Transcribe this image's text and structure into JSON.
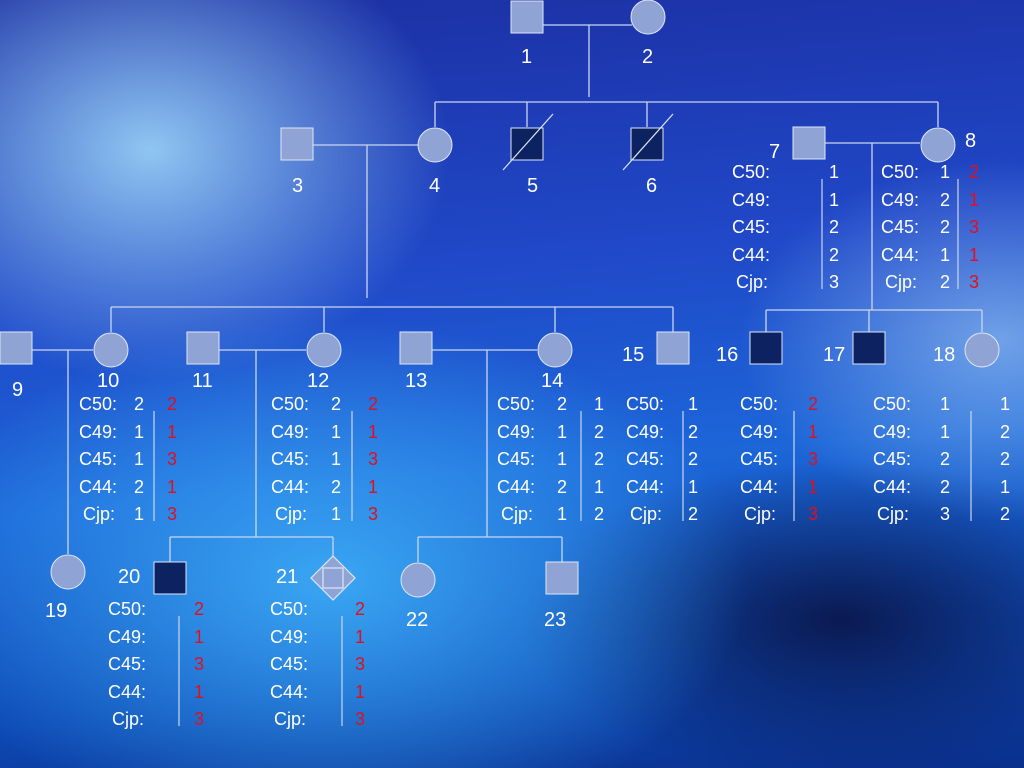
{
  "individuals": [
    {
      "id": "1",
      "sex": "male",
      "affected": false,
      "deceased": false
    },
    {
      "id": "2",
      "sex": "female",
      "affected": false,
      "deceased": false
    },
    {
      "id": "3",
      "sex": "male",
      "affected": false,
      "deceased": false
    },
    {
      "id": "4",
      "sex": "female",
      "affected": false,
      "deceased": false
    },
    {
      "id": "5",
      "sex": "male",
      "affected": true,
      "deceased": true
    },
    {
      "id": "6",
      "sex": "male",
      "affected": true,
      "deceased": true
    },
    {
      "id": "7",
      "sex": "male",
      "affected": false,
      "deceased": false
    },
    {
      "id": "8",
      "sex": "female",
      "affected": false,
      "deceased": false
    },
    {
      "id": "9",
      "sex": "male",
      "affected": false,
      "deceased": false
    },
    {
      "id": "10",
      "sex": "female",
      "affected": false,
      "deceased": false
    },
    {
      "id": "11",
      "sex": "male",
      "affected": false,
      "deceased": false
    },
    {
      "id": "12",
      "sex": "female",
      "affected": false,
      "deceased": false
    },
    {
      "id": "13",
      "sex": "male",
      "affected": false,
      "deceased": false
    },
    {
      "id": "14",
      "sex": "female",
      "affected": false,
      "deceased": false
    },
    {
      "id": "15",
      "sex": "male",
      "affected": false,
      "deceased": false
    },
    {
      "id": "16",
      "sex": "male",
      "affected": true,
      "deceased": false
    },
    {
      "id": "17",
      "sex": "male",
      "affected": true,
      "deceased": false
    },
    {
      "id": "18",
      "sex": "female",
      "affected": false,
      "deceased": false
    },
    {
      "id": "19",
      "sex": "female",
      "affected": false,
      "deceased": false
    },
    {
      "id": "20",
      "sex": "male",
      "affected": true,
      "deceased": false
    },
    {
      "id": "21",
      "sex": "unknown",
      "affected": false,
      "deceased": false
    },
    {
      "id": "22",
      "sex": "female",
      "affected": false,
      "deceased": false
    },
    {
      "id": "23",
      "sex": "male",
      "affected": false,
      "deceased": false
    }
  ],
  "markers": [
    "C50:",
    "C49:",
    "C45:",
    "C44:",
    "Cjp:"
  ],
  "haplotypes": [
    {
      "of": "7",
      "a": [
        "1",
        "1",
        "2",
        "2",
        "3"
      ],
      "b": null
    },
    {
      "of": "8",
      "a": [
        "1",
        "2",
        "2",
        "1",
        "2"
      ],
      "b": [
        "2",
        "1",
        "3",
        "1",
        "3"
      ],
      "b_red": true
    },
    {
      "of": "10",
      "a": [
        "2",
        "1",
        "1",
        "2",
        "1"
      ],
      "b": [
        "2",
        "1",
        "3",
        "1",
        "3"
      ],
      "b_red": true
    },
    {
      "of": "12",
      "a": [
        "2",
        "1",
        "1",
        "2",
        "1"
      ],
      "b": [
        "2",
        "1",
        "3",
        "1",
        "3"
      ],
      "b_red": true
    },
    {
      "of": "14",
      "a": [
        "2",
        "1",
        "1",
        "2",
        "1"
      ],
      "b": [
        "1",
        "2",
        "2",
        "1",
        "2"
      ],
      "b_red": false
    },
    {
      "of": "15",
      "a": [
        "1",
        "2",
        "2",
        "1",
        "2"
      ],
      "b": null
    },
    {
      "of": "16",
      "a": [
        "2",
        "1",
        "3",
        "1",
        "3"
      ],
      "a_red": true,
      "b": null
    },
    {
      "of": "18",
      "a": [
        "1",
        "1",
        "2",
        "2",
        "3"
      ],
      "b": [
        "1",
        "2",
        "2",
        "1",
        "2"
      ],
      "b_red": false
    },
    {
      "of": "20",
      "a": [
        "2",
        "1",
        "3",
        "1",
        "3"
      ],
      "a_red": true,
      "b": null
    },
    {
      "of": "21",
      "a": [
        "2",
        "1",
        "3",
        "1",
        "3"
      ],
      "a_red": true,
      "b": null
    }
  ],
  "colors": {
    "unaffected_fill": "#8fa3d4",
    "affected_fill": "#0d2260",
    "stroke": "#dde6f8",
    "line": "#c9d6f0",
    "text": "#ffffff",
    "highlight_red": "#e0101e"
  }
}
